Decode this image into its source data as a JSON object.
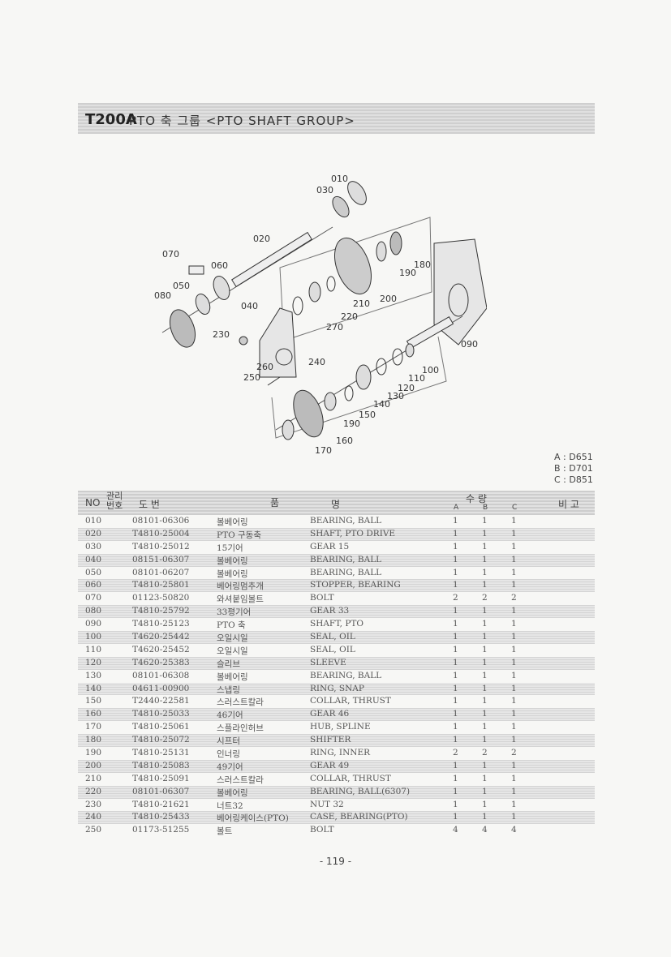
{
  "title": {
    "code": "T200A",
    "text": "PTO 축 그룹 <PTO SHAFT  GROUP>"
  },
  "callouts": [
    "010",
    "030",
    "020",
    "070",
    "060",
    "050",
    "080",
    "040",
    "180",
    "190",
    "200",
    "210",
    "220",
    "270",
    "230",
    "240",
    "260",
    "250",
    "090",
    "100",
    "110",
    "120",
    "130",
    "140",
    "150",
    "190",
    "160",
    "170"
  ],
  "models": [
    "A : D651",
    "B : D701",
    "C : D851"
  ],
  "table": {
    "headers": {
      "no": "NO",
      "ref": "관리번호",
      "pn": "도    번",
      "name1": "품",
      "name2": "명",
      "qty": "수    량",
      "a": "A",
      "b": "B",
      "c": "C",
      "remark": "비 고"
    },
    "rows": [
      {
        "no": "010",
        "pn": "08101-06306",
        "ko": "볼베어링",
        "en": "BEARING, BALL",
        "a": "1",
        "b": "1",
        "c": "1"
      },
      {
        "no": "020",
        "pn": "T4810-25004",
        "ko": "PTO 구동축",
        "en": "SHAFT, PTO DRIVE",
        "a": "1",
        "b": "1",
        "c": "1"
      },
      {
        "no": "030",
        "pn": "T4810-25012",
        "ko": "15기어",
        "en": "GEAR 15",
        "a": "1",
        "b": "1",
        "c": "1"
      },
      {
        "no": "040",
        "pn": "08151-06307",
        "ko": "볼베어링",
        "en": "BEARING, BALL",
        "a": "1",
        "b": "1",
        "c": "1"
      },
      {
        "no": "050",
        "pn": "08101-06207",
        "ko": "볼베어링",
        "en": "BEARING, BALL",
        "a": "1",
        "b": "1",
        "c": "1"
      },
      {
        "no": "060",
        "pn": "T4810-25801",
        "ko": "베어링멈추개",
        "en": "STOPPER, BEARING",
        "a": "1",
        "b": "1",
        "c": "1"
      },
      {
        "no": "070",
        "pn": "01123-50820",
        "ko": "와셔붙임볼트",
        "en": "BOLT",
        "a": "2",
        "b": "2",
        "c": "2"
      },
      {
        "no": "080",
        "pn": "T4810-25792",
        "ko": "33평기어",
        "en": "GEAR 33",
        "a": "1",
        "b": "1",
        "c": "1"
      },
      {
        "no": "090",
        "pn": "T4810-25123",
        "ko": "PTO 축",
        "en": "SHAFT, PTO",
        "a": "1",
        "b": "1",
        "c": "1"
      },
      {
        "no": "100",
        "pn": "T4620-25442",
        "ko": "오일시일",
        "en": "SEAL, OIL",
        "a": "1",
        "b": "1",
        "c": "1"
      },
      {
        "no": "110",
        "pn": "T4620-25452",
        "ko": "오일시일",
        "en": "SEAL, OIL",
        "a": "1",
        "b": "1",
        "c": "1"
      },
      {
        "no": "120",
        "pn": "T4620-25383",
        "ko": "슬리브",
        "en": "SLEEVE",
        "a": "1",
        "b": "1",
        "c": "1"
      },
      {
        "no": "130",
        "pn": "08101-06308",
        "ko": "볼베어링",
        "en": "BEARING, BALL",
        "a": "1",
        "b": "1",
        "c": "1"
      },
      {
        "no": "140",
        "pn": "04611-00900",
        "ko": "스냅링",
        "en": "RING, SNAP",
        "a": "1",
        "b": "1",
        "c": "1"
      },
      {
        "no": "150",
        "pn": "T2440-22581",
        "ko": "스러스트칼라",
        "en": "COLLAR, THRUST",
        "a": "1",
        "b": "1",
        "c": "1"
      },
      {
        "no": "160",
        "pn": "T4810-25033",
        "ko": "46기어",
        "en": "GEAR 46",
        "a": "1",
        "b": "1",
        "c": "1"
      },
      {
        "no": "170",
        "pn": "T4810-25061",
        "ko": "스플라인허브",
        "en": "HUB, SPLINE",
        "a": "1",
        "b": "1",
        "c": "1"
      },
      {
        "no": "180",
        "pn": "T4810-25072",
        "ko": "시프터",
        "en": "SHIFTER",
        "a": "1",
        "b": "1",
        "c": "1"
      },
      {
        "no": "190",
        "pn": "T4810-25131",
        "ko": "인너링",
        "en": "RING, INNER",
        "a": "2",
        "b": "2",
        "c": "2"
      },
      {
        "no": "200",
        "pn": "T4810-25083",
        "ko": "49기어",
        "en": "GEAR 49",
        "a": "1",
        "b": "1",
        "c": "1"
      },
      {
        "no": "210",
        "pn": "T4810-25091",
        "ko": "스러스트칼라",
        "en": "COLLAR, THRUST",
        "a": "1",
        "b": "1",
        "c": "1"
      },
      {
        "no": "220",
        "pn": "08101-06307",
        "ko": "볼베어링",
        "en": "BEARING, BALL(6307)",
        "a": "1",
        "b": "1",
        "c": "1"
      },
      {
        "no": "230",
        "pn": "T4810-21621",
        "ko": "너트32",
        "en": "NUT 32",
        "a": "1",
        "b": "1",
        "c": "1"
      },
      {
        "no": "240",
        "pn": "T4810-25433",
        "ko": "베어링케이스(PTO)",
        "en": "CASE, BEARING(PTO)",
        "a": "1",
        "b": "1",
        "c": "1"
      },
      {
        "no": "250",
        "pn": "01173-51255",
        "ko": "볼트",
        "en": "BOLT",
        "a": "4",
        "b": "4",
        "c": "4"
      }
    ]
  },
  "page_number": "- 119 -"
}
